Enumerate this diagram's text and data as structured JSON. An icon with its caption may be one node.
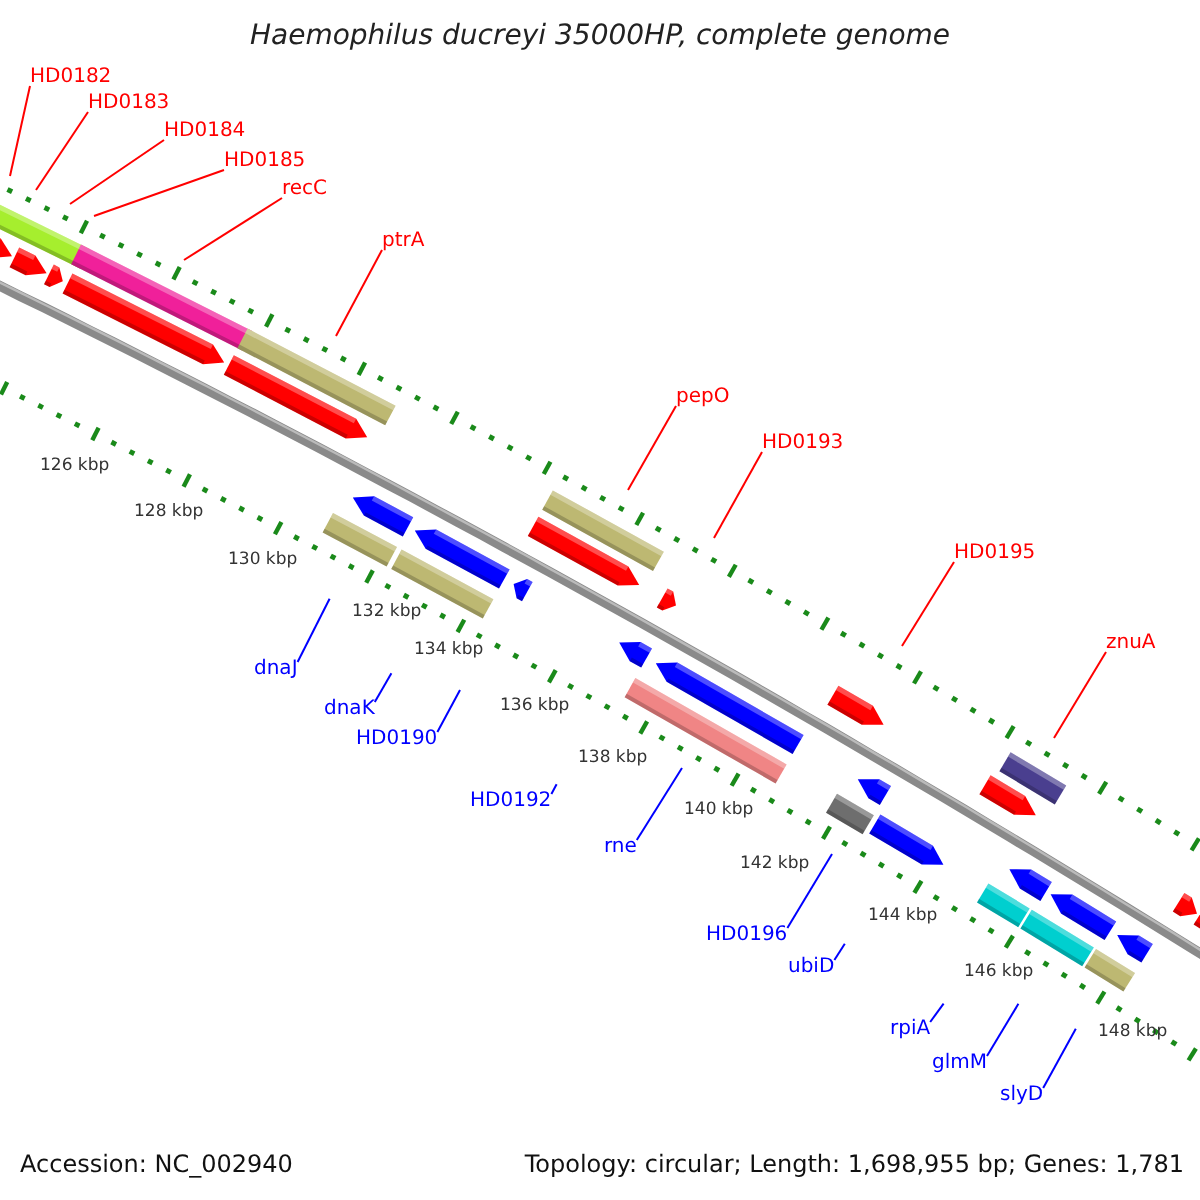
{
  "diagram": {
    "title": "Haemophilus ducreyi 35000HP, complete genome",
    "nodes": [
      {
        "text": [
          "HD0182"
        ]
      },
      {
        "text": [
          "HD0183"
        ]
      },
      {
        "text": [
          "HD0184"
        ]
      },
      {
        "text": [
          "HD0185"
        ]
      },
      {
        "text": [
          "recC"
        ]
      },
      {
        "text": [
          "ptrA"
        ]
      },
      {
        "text": [
          "pepO"
        ]
      },
      {
        "text": [
          "HD0193"
        ]
      },
      {
        "text": [
          "HD0195"
        ]
      },
      {
        "text": [
          "znuA"
        ]
      },
      {
        "text": [
          "dnaJ"
        ]
      },
      {
        "text": [
          "dnaK"
        ]
      },
      {
        "text": [
          "HD0190"
        ]
      },
      {
        "text": [
          "HD0192"
        ]
      },
      {
        "text": [
          "rne"
        ]
      },
      {
        "text": [
          "HD0196"
        ]
      },
      {
        "text": [
          "ubiD"
        ]
      },
      {
        "text": [
          "rpiA"
        ]
      },
      {
        "text": [
          "glmM"
        ]
      },
      {
        "text": [
          "slyD"
        ]
      }
    ],
    "edges": [
      {
        "from": 0,
        "to": null,
        "arrow": "none",
        "color": "#ff0000"
      },
      {
        "from": 1,
        "to": null,
        "arrow": "none",
        "color": "#ff0000"
      },
      {
        "from": 2,
        "to": null,
        "arrow": "none",
        "color": "#ff0000"
      },
      {
        "from": 3,
        "to": null,
        "arrow": "none",
        "color": "#ff0000"
      },
      {
        "from": 4,
        "to": null,
        "arrow": "none",
        "color": "#ff0000"
      },
      {
        "from": 5,
        "to": null,
        "arrow": "none",
        "color": "#ff0000"
      },
      {
        "from": 6,
        "to": null,
        "arrow": "none",
        "color": "#ff0000"
      },
      {
        "from": 7,
        "to": null,
        "arrow": "none",
        "color": "#ff0000"
      },
      {
        "from": 8,
        "to": null,
        "arrow": "none",
        "color": "#ff0000"
      },
      {
        "from": 9,
        "to": null,
        "arrow": "none",
        "color": "#ff0000"
      },
      {
        "from": 10,
        "to": null,
        "arrow": "none",
        "color": "#0000ff"
      },
      {
        "from": 11,
        "to": null,
        "arrow": "none",
        "color": "#0000ff"
      },
      {
        "from": 12,
        "to": null,
        "arrow": "none",
        "color": "#0000ff"
      },
      {
        "from": 13,
        "to": null,
        "arrow": "none",
        "color": "#0000ff"
      },
      {
        "from": 14,
        "to": null,
        "arrow": "none",
        "color": "#0000ff"
      },
      {
        "from": 15,
        "to": null,
        "arrow": "none",
        "color": "#0000ff"
      },
      {
        "from": 16,
        "to": null,
        "arrow": "none",
        "color": "#0000ff"
      },
      {
        "from": 17,
        "to": null,
        "arrow": "none",
        "color": "#0000ff"
      },
      {
        "from": 18,
        "to": null,
        "arrow": "none",
        "color": "#0000ff"
      },
      {
        "from": 19,
        "to": null,
        "arrow": "none",
        "color": "#0000ff"
      }
    ],
    "labels": [
      "126 kbp",
      "128 kbp",
      "130 kbp",
      "132 kbp",
      "134 kbp",
      "136 kbp",
      "138 kbp",
      "140 kbp",
      "142 kbp",
      "144 kbp",
      "146 kbp",
      "148 kbp",
      "Accession: NC_002940",
      "Topology: circular; Length: 1,698,955 bp; Genes: 1,781"
    ]
  }
}
